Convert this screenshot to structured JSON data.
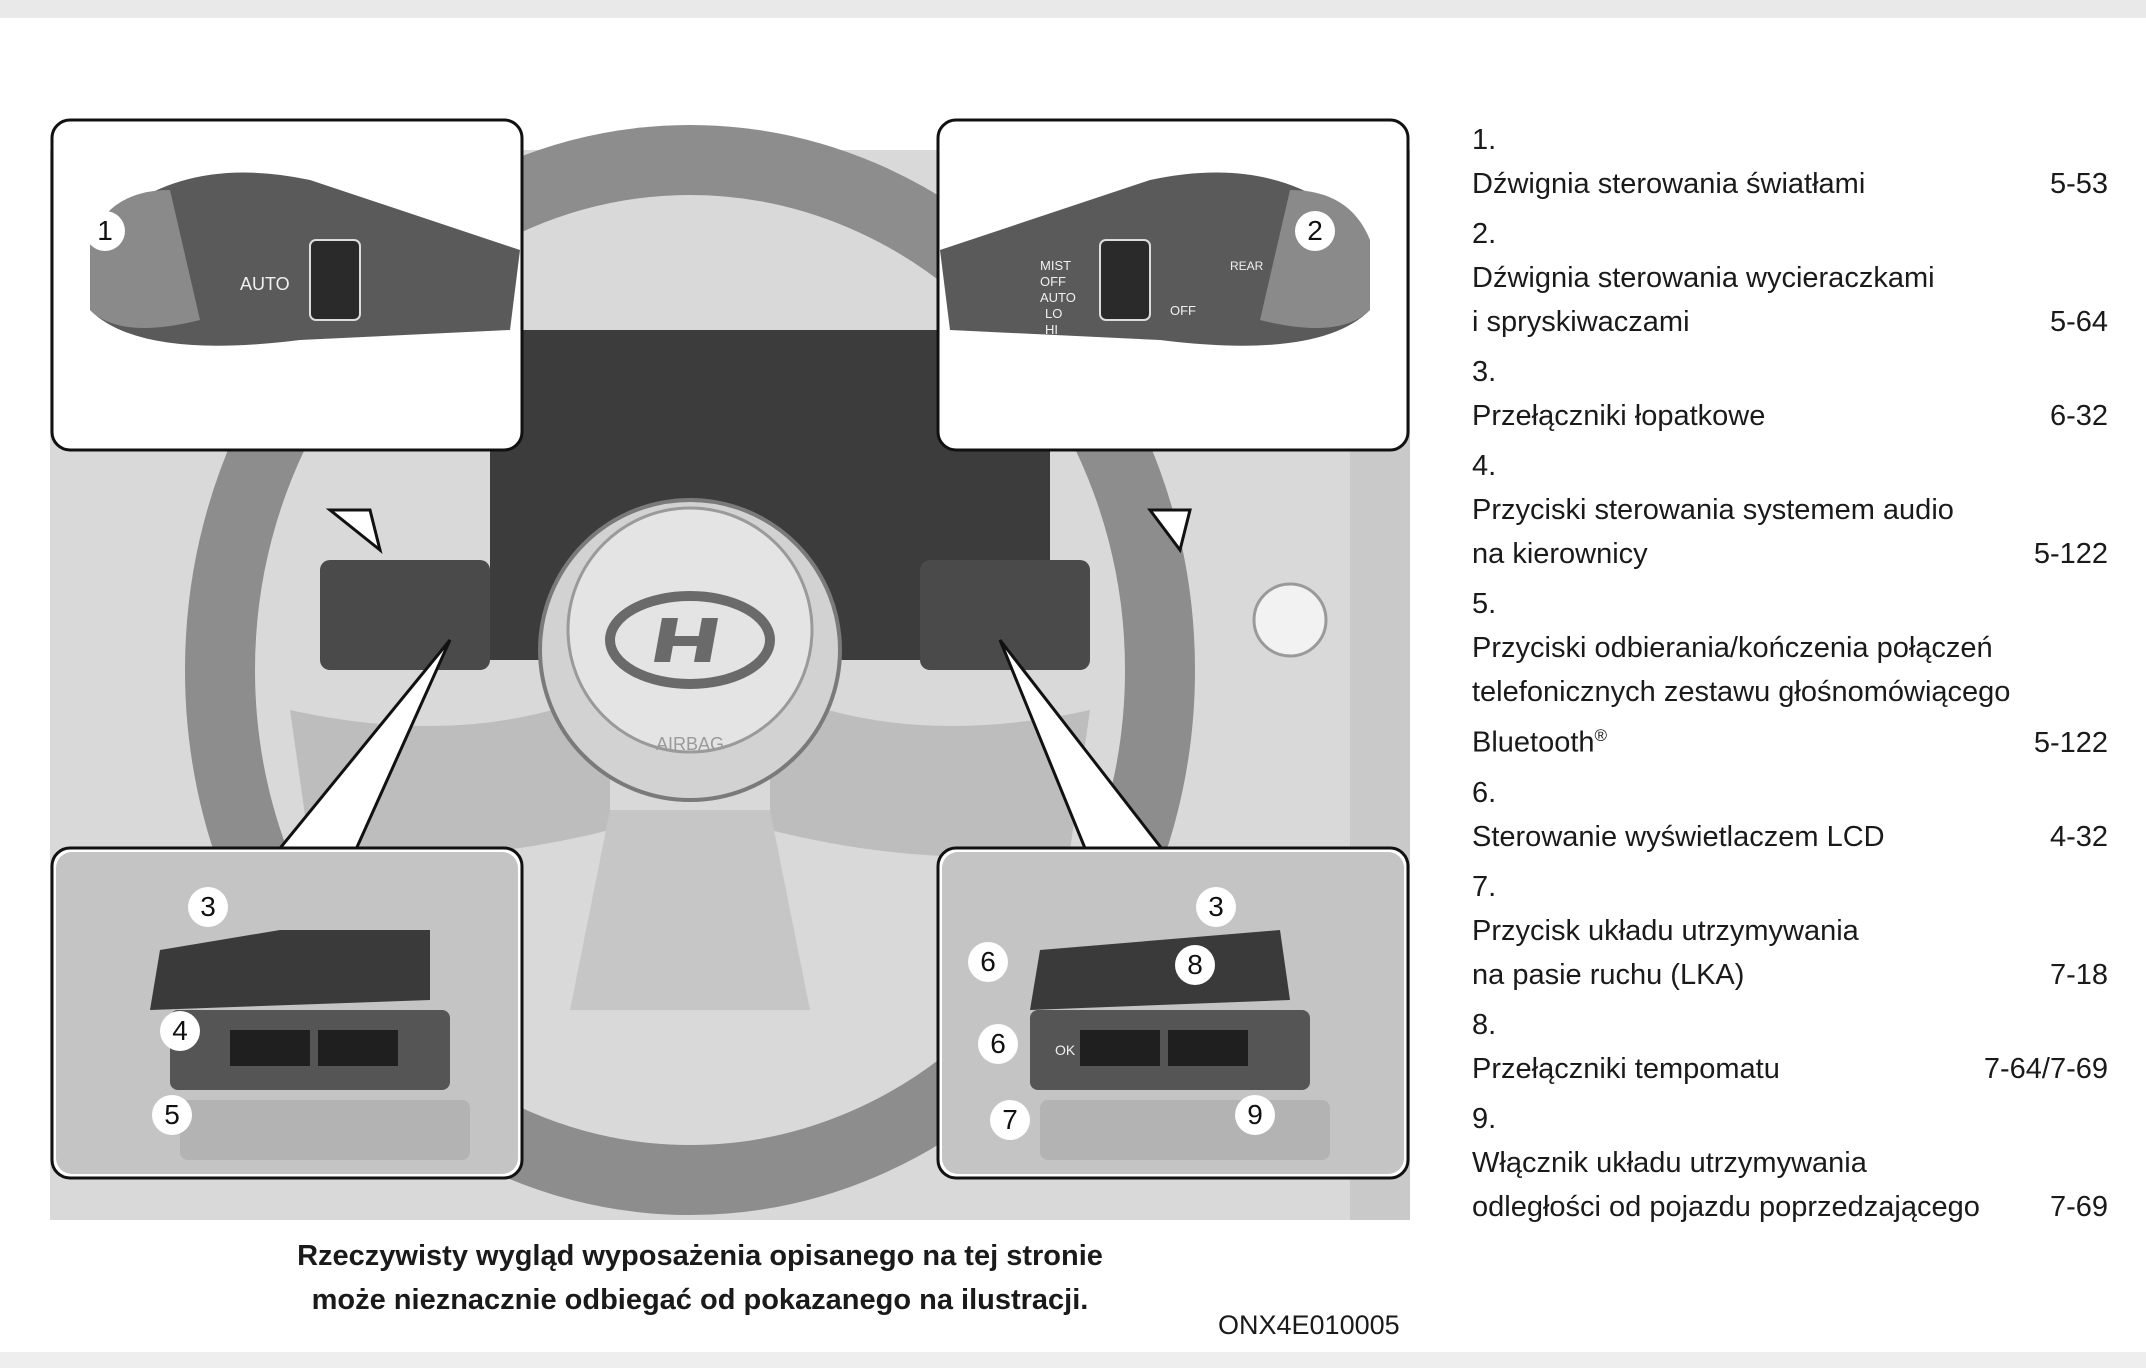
{
  "legend": {
    "items": [
      {
        "num": "1.",
        "lines": [
          "Dźwignia sterowania światłami"
        ],
        "page": "5-53"
      },
      {
        "num": "2.",
        "lines": [
          "Dźwignia sterowania wycieraczkami",
          "i spryskiwaczami"
        ],
        "page": "5-64"
      },
      {
        "num": "3.",
        "lines": [
          "Przełączniki łopatkowe"
        ],
        "page": "6-32"
      },
      {
        "num": "4.",
        "lines": [
          "Przyciski sterowania systemem audio",
          "na kierownicy"
        ],
        "page": "5-122"
      },
      {
        "num": "5.",
        "lines": [
          "Przyciski odbierania/kończenia połączeń",
          "telefonicznych zestawu głośnomówiącego",
          "Bluetooth"
        ],
        "sup": "®",
        "page": "5-122"
      },
      {
        "num": "6.",
        "lines": [
          "Sterowanie wyświetlaczem LCD"
        ],
        "page": "4-32"
      },
      {
        "num": "7.",
        "lines": [
          "Przycisk układu utrzymywania",
          "na pasie ruchu (LKA)"
        ],
        "page": "7-18"
      },
      {
        "num": "8.",
        "lines": [
          "Przełączniki tempomatu"
        ],
        "page": "7-64/7-69"
      },
      {
        "num": "9.",
        "lines": [
          "Włącznik układu utrzymywania",
          "odległości od pojazdu poprzedzającego"
        ],
        "page": "7-69"
      }
    ]
  },
  "disclaimer": {
    "line1": "Rzeczywisty wygląd wyposażenia opisanego na tej stronie",
    "line2": "może nieznacznie odbiegać od pokazanego na ilustracji."
  },
  "image_code": "ONX4E010005",
  "illustration": {
    "callouts": {
      "c1": "1",
      "c2": "2",
      "c3l": "3",
      "c3r": "3",
      "c4": "4",
      "c5": "5",
      "c6a": "6",
      "c6b": "6",
      "c7": "7",
      "c8": "8",
      "c9": "9"
    },
    "stalk_left_labels": {
      "auto": "AUTO"
    },
    "stalk_right_labels": {
      "mist": "MIST",
      "off": "OFF",
      "auto": "AUTO",
      "lo": "LO",
      "hi": "HI",
      "off2": "OFF",
      "rear": "REAR"
    },
    "airbag_label": "AIRBAG",
    "ok_label": "OK"
  }
}
